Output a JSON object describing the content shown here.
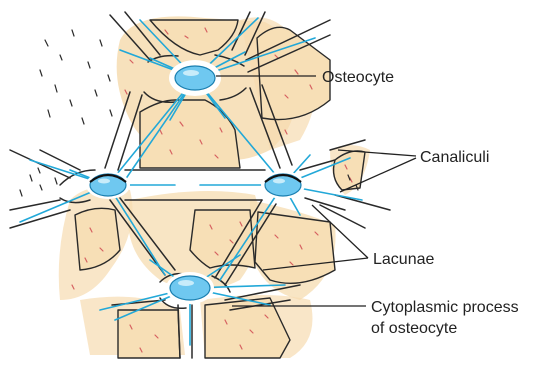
{
  "labels": {
    "osteocyte": "Osteocyte",
    "canaliculi": "Canaliculi",
    "lacunae": "Lacunae",
    "cytoplasmic_line1": "Cytoplasmic process",
    "cytoplasmic_line2": "of osteocyte"
  },
  "colors": {
    "matrix": "#f6dcb0",
    "speckle": "#d66060",
    "outline": "#2a2a2a",
    "process": "#22a8d8",
    "cell": "#6fc8f0",
    "cell_edge": "#1a7fb0",
    "label_text": "#222222",
    "leader": "#222222"
  }
}
